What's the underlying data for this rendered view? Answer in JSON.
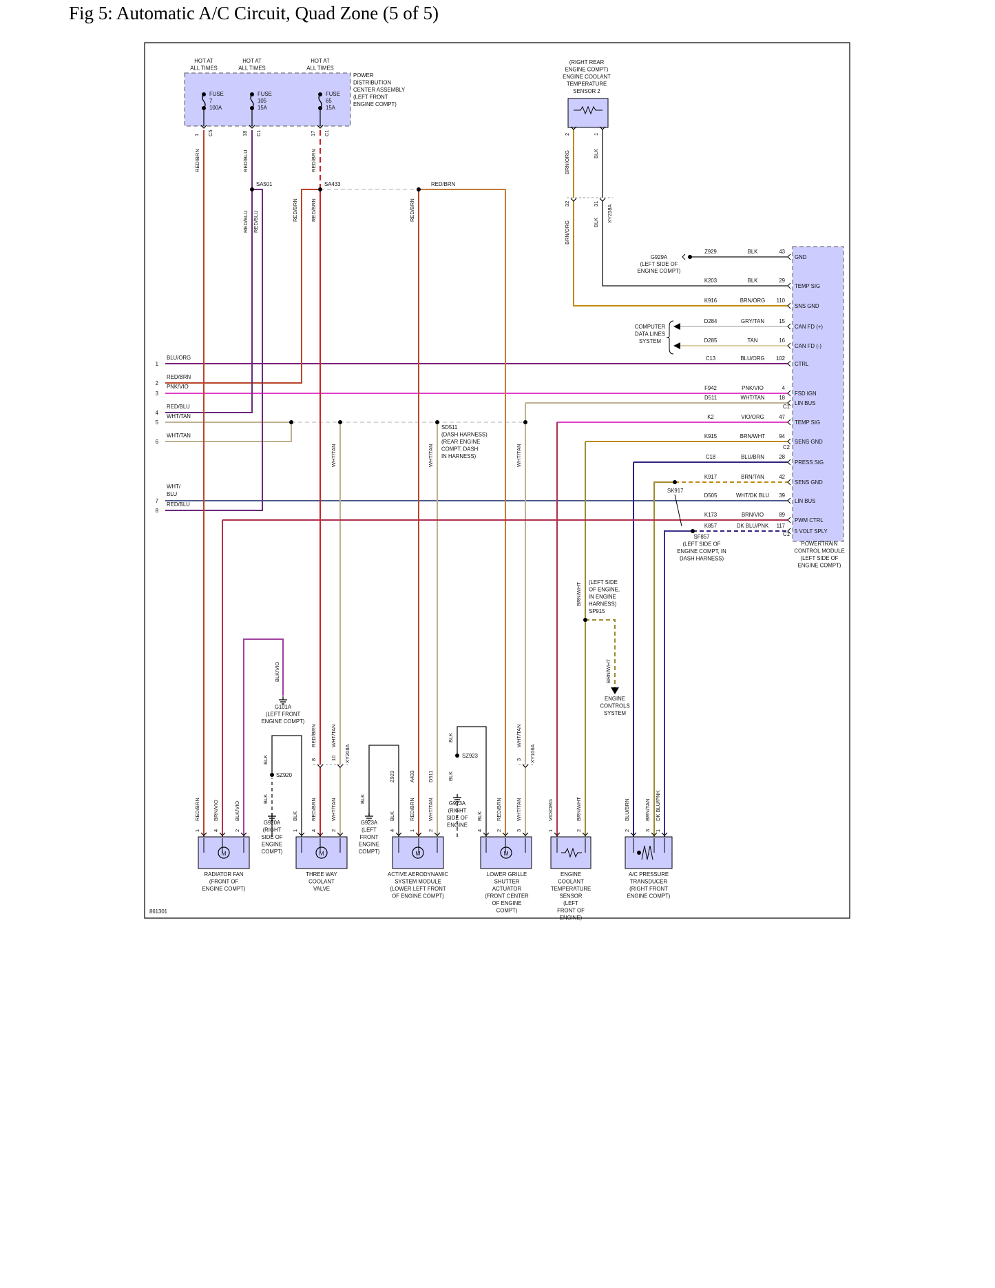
{
  "figure_title": "Fig 5: Automatic A/C Circuit, Quad Zone (5 of 5)",
  "diagram_id": "861301",
  "colors": {
    "component_fill": "#ccccff",
    "red_brn": "#b8452a",
    "red_blu": "#6a2a7a",
    "blu_org": "#7a1f7a",
    "pnk_vio": "#e040c8",
    "wht_tan": "#c0b090",
    "wht_dkblu": "#4a5a8a",
    "brn_vio": "#b03050",
    "red": "#cc2020",
    "brn_org": "#c08a10",
    "blk": "#111111",
    "brn_wht": "#8a6a20",
    "blu_brn": "#302080"
  },
  "power_labels": [
    "HOT AT",
    "ALL TIMES"
  ],
  "fuses": [
    {
      "name": "FUSE",
      "number": "7",
      "rating": "100A",
      "pin": "1",
      "conn": "C5"
    },
    {
      "name": "FUSE",
      "number": "105",
      "rating": "15A",
      "pin": "18",
      "conn": "C1"
    },
    {
      "name": "FUSE",
      "number": "65",
      "rating": "15A",
      "pin": "17",
      "conn": "C1"
    }
  ],
  "pdc_label": [
    "POWER",
    "DISTRIBUTION",
    "CENTER ASSEMBLY",
    "(LEFT FRONT",
    "ENGINE COMPT)"
  ],
  "sensor2_label": [
    "(RIGHT REAR",
    "ENGINE COMPT)",
    "ENGINE COOLANT",
    "TEMPERATURE",
    "SENSOR 2"
  ],
  "sensor2_pins": [
    "2",
    "1"
  ],
  "sensor2_wires": [
    "BRN/ORG",
    "BLK"
  ],
  "xy238a": {
    "pins": [
      "32",
      "31"
    ],
    "conn": "XY238A",
    "wires": [
      "BRN/ORG",
      "BLK"
    ]
  },
  "splices": {
    "sa501": "SA501",
    "sa433": "SA433",
    "sd511": [
      "SD511",
      "(DASH HARNESS)",
      "(REAR ENGINE",
      "COMPT, DASH",
      "IN HARNESS)"
    ],
    "sk917": "SK917",
    "sf857": [
      "SF857",
      "(LEFT SIDE OF",
      "ENGINE COMPT, IN",
      "DASH HARNESS)"
    ],
    "sp915": [
      "(LEFT SIDE",
      "OF ENGINE,",
      "IN ENGINE",
      "HARNESS)",
      "SP915"
    ]
  },
  "top_wire_labels": [
    "RED/BRN",
    "RED/BLU",
    "RED/BRN",
    "RED/BLU",
    "RED/BLU",
    "RED/BRN",
    "RED/BRN",
    "RED/BRN",
    "RED/BRN"
  ],
  "ground_g929a": [
    "G929A",
    "(LEFT SIDE OF",
    "ENGINE COMPT)"
  ],
  "computer_data": [
    "COMPUTER",
    "DATA LINES",
    "SYSTEM"
  ],
  "pcm_rows": [
    {
      "circuit": "Z929",
      "color": "BLK",
      "pin": "43",
      "func": "GND"
    },
    {
      "circuit": "K203",
      "color": "BLK",
      "pin": "29",
      "func": "TEMP SIG"
    },
    {
      "circuit": "K916",
      "color": "BRN/ORG",
      "pin": "110",
      "func": "SNS GND"
    },
    {
      "circuit": "D284",
      "color": "GRY/TAN",
      "pin": "15",
      "func": "CAN FD (+)"
    },
    {
      "circuit": "D285",
      "color": "TAN",
      "pin": "16",
      "func": "CAN FD (-)"
    },
    {
      "circuit": "C13",
      "color": "BLU/ORG",
      "pin": "102",
      "func": "CTRL"
    },
    {
      "circuit": "F942",
      "color": "PNK/VIO",
      "pin": "4",
      "func": "FSD IGN"
    },
    {
      "circuit": "D511",
      "color": "WHT/TAN",
      "pin": "18",
      "func": "LIN BUS"
    },
    {
      "circuit": "K2",
      "color": "VIO/ORG",
      "pin": "47",
      "func": "TEMP SIG"
    },
    {
      "circuit": "K915",
      "color": "BRN/WHT",
      "pin": "94",
      "func": "SENS GND"
    },
    {
      "circuit": "C18",
      "color": "BLU/BRN",
      "pin": "28",
      "func": "PRESS SIG"
    },
    {
      "circuit": "K917",
      "color": "BRN/TAN",
      "pin": "42",
      "func": "SENS GND"
    },
    {
      "circuit": "D505",
      "color": "WHT/DK BLU",
      "pin": "39",
      "func": "LIN BUS"
    },
    {
      "circuit": "K173",
      "color": "BRN/VIO",
      "pin": "89",
      "func": "PWM CTRL"
    },
    {
      "circuit": "K857",
      "color": "DK BLU/PNK",
      "pin": "117",
      "func": "5 VOLT SPLY"
    }
  ],
  "pcm_conns": [
    "C1",
    "C2",
    "C1"
  ],
  "pcm_label": [
    "POWERTRAIN",
    "CONTROL MODULE",
    "(LEFT SIDE OF",
    "ENGINE COMPT)"
  ],
  "left_rows": [
    {
      "num": "1",
      "color": "BLU/ORG"
    },
    {
      "num": "2",
      "color": "RED/BRN"
    },
    {
      "num": "3",
      "color": "PNK/VIO"
    },
    {
      "num": "4",
      "color": "RED/BLU"
    },
    {
      "num": "5",
      "color": "WHT/TAN"
    },
    {
      "num": "6",
      "color": "WHT/TAN"
    },
    {
      "num": "7",
      "color": "WHT/DK BLU"
    },
    {
      "num": "8",
      "color": "RED/BLU"
    }
  ],
  "mid_labels": {
    "white_tan": "WHT/TAN",
    "red_brn": "RED/BRN",
    "brn_wht": "BRN/WHT",
    "blk_vio": "BLK/VIO",
    "blk": "BLK",
    "z923": "Z923",
    "a433": "A433",
    "d511": "D511",
    "xy208a": "XY208A",
    "xy106a": "XY106A",
    "pin8": "8",
    "pin10": "10",
    "pin3": "3"
  },
  "grounds": {
    "g101a": [
      "G101A",
      "(LEFT FRONT",
      "ENGINE COMPT)"
    ],
    "g920a": [
      "G920A",
      "(RIGHT",
      "SIDE OF",
      "ENGINE",
      "COMPT)"
    ],
    "g923a_left": [
      "G923A",
      "(LEFT",
      "FRONT",
      "ENGINE",
      "COMPT)"
    ],
    "g923a_right": [
      "G923A",
      "(RIGHT",
      "SIDE OF",
      "ENGINE"
    ],
    "sz920": "SZ920",
    "sz923": "SZ923"
  },
  "engine_controls": [
    "ENGINE",
    "CONTROLS",
    "SYSTEM"
  ],
  "components": [
    {
      "key": "radiator_fan",
      "pins": [
        "1",
        "4",
        "2"
      ],
      "wires": [
        "RED/BRN",
        "BRN/VIO",
        "BLK/VIO"
      ],
      "label": [
        "RADIATOR FAN",
        "(FRONT OF",
        "ENGINE COMPT)"
      ]
    },
    {
      "key": "three_way_valve",
      "pins": [
        "1",
        "4",
        "2"
      ],
      "wires": [
        "BLK",
        "RED/BRN",
        "WHT/TAN"
      ],
      "label": [
        "THREE WAY",
        "COOLANT",
        "VALVE"
      ]
    },
    {
      "key": "aero_module",
      "pins": [
        "4",
        "1",
        "2"
      ],
      "wires": [
        "BLK",
        "RED/BRN",
        "WHT/TAN"
      ],
      "label": [
        "ACTIVE AERODYNAMIC",
        "SYSTEM MODULE",
        "(LOWER LEFT FRONT",
        "OF ENGINE COMPT)"
      ]
    },
    {
      "key": "grille_shutter",
      "pins": [
        "4",
        "2",
        "3"
      ],
      "wires": [
        "BLK",
        "RED/BRN",
        "WHT/TAN"
      ],
      "label": [
        "LOWER GRILLE",
        "SHUTTER",
        "ACTUATOR",
        "(FRONT CENTER",
        "OF ENGINE",
        "COMPT)"
      ]
    },
    {
      "key": "ect_sensor",
      "pins": [
        "1",
        "2"
      ],
      "wires": [
        "VIO/ORG",
        "BRN/WHT"
      ],
      "label": [
        "ENGINE",
        "COOLANT",
        "TEMPERATURE",
        "SENSOR",
        "(LEFT",
        "FRONT OF",
        "ENGINE)"
      ]
    },
    {
      "key": "pressure_transducer",
      "pins": [
        "2",
        "3",
        "1"
      ],
      "wires": [
        "BLU/BRN",
        "BRN/TAN",
        "DK BLU/PNK"
      ],
      "label": [
        "A/C PRESSURE",
        "TRANSDUCER",
        "(RIGHT FRONT",
        "ENGINE COMPT)"
      ]
    }
  ]
}
